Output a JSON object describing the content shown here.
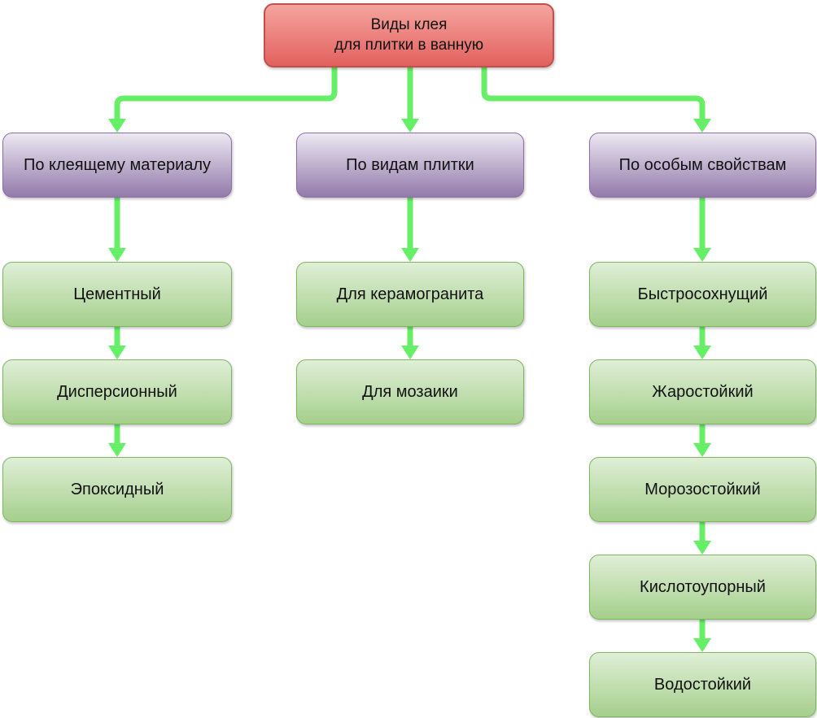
{
  "diagram_title": "Виды клея для плитки в ванную",
  "root": {
    "title_line1": "Виды клея",
    "title_line2": "для плитки в ванную"
  },
  "columns": [
    {
      "header": "По клеящему материалу",
      "items": [
        "Цементный",
        "Дисперсионный",
        "Эпоксидный"
      ]
    },
    {
      "header": "По видам плитки",
      "items": [
        "Для керамогранита",
        "Для мозаики"
      ]
    },
    {
      "header": "По особым свойствам",
      "items": [
        "Быстросохнущий",
        "Жаростойкий",
        "Морозостойкий",
        "Кислотоупорный",
        "Водостойкий"
      ]
    }
  ],
  "colors": {
    "connector": "#66ee66",
    "red-top": "#f5a49f",
    "red-bottom": "#e2615e",
    "red-border": "#c0504d",
    "purple-top": "#ece8f1",
    "purple-bottom": "#937aab",
    "purple-border": "#8e6fa5",
    "green-top": "#e0efd7",
    "green-bottom": "#a5cf8c",
    "green-border": "#7db75e",
    "text": "#111111"
  }
}
